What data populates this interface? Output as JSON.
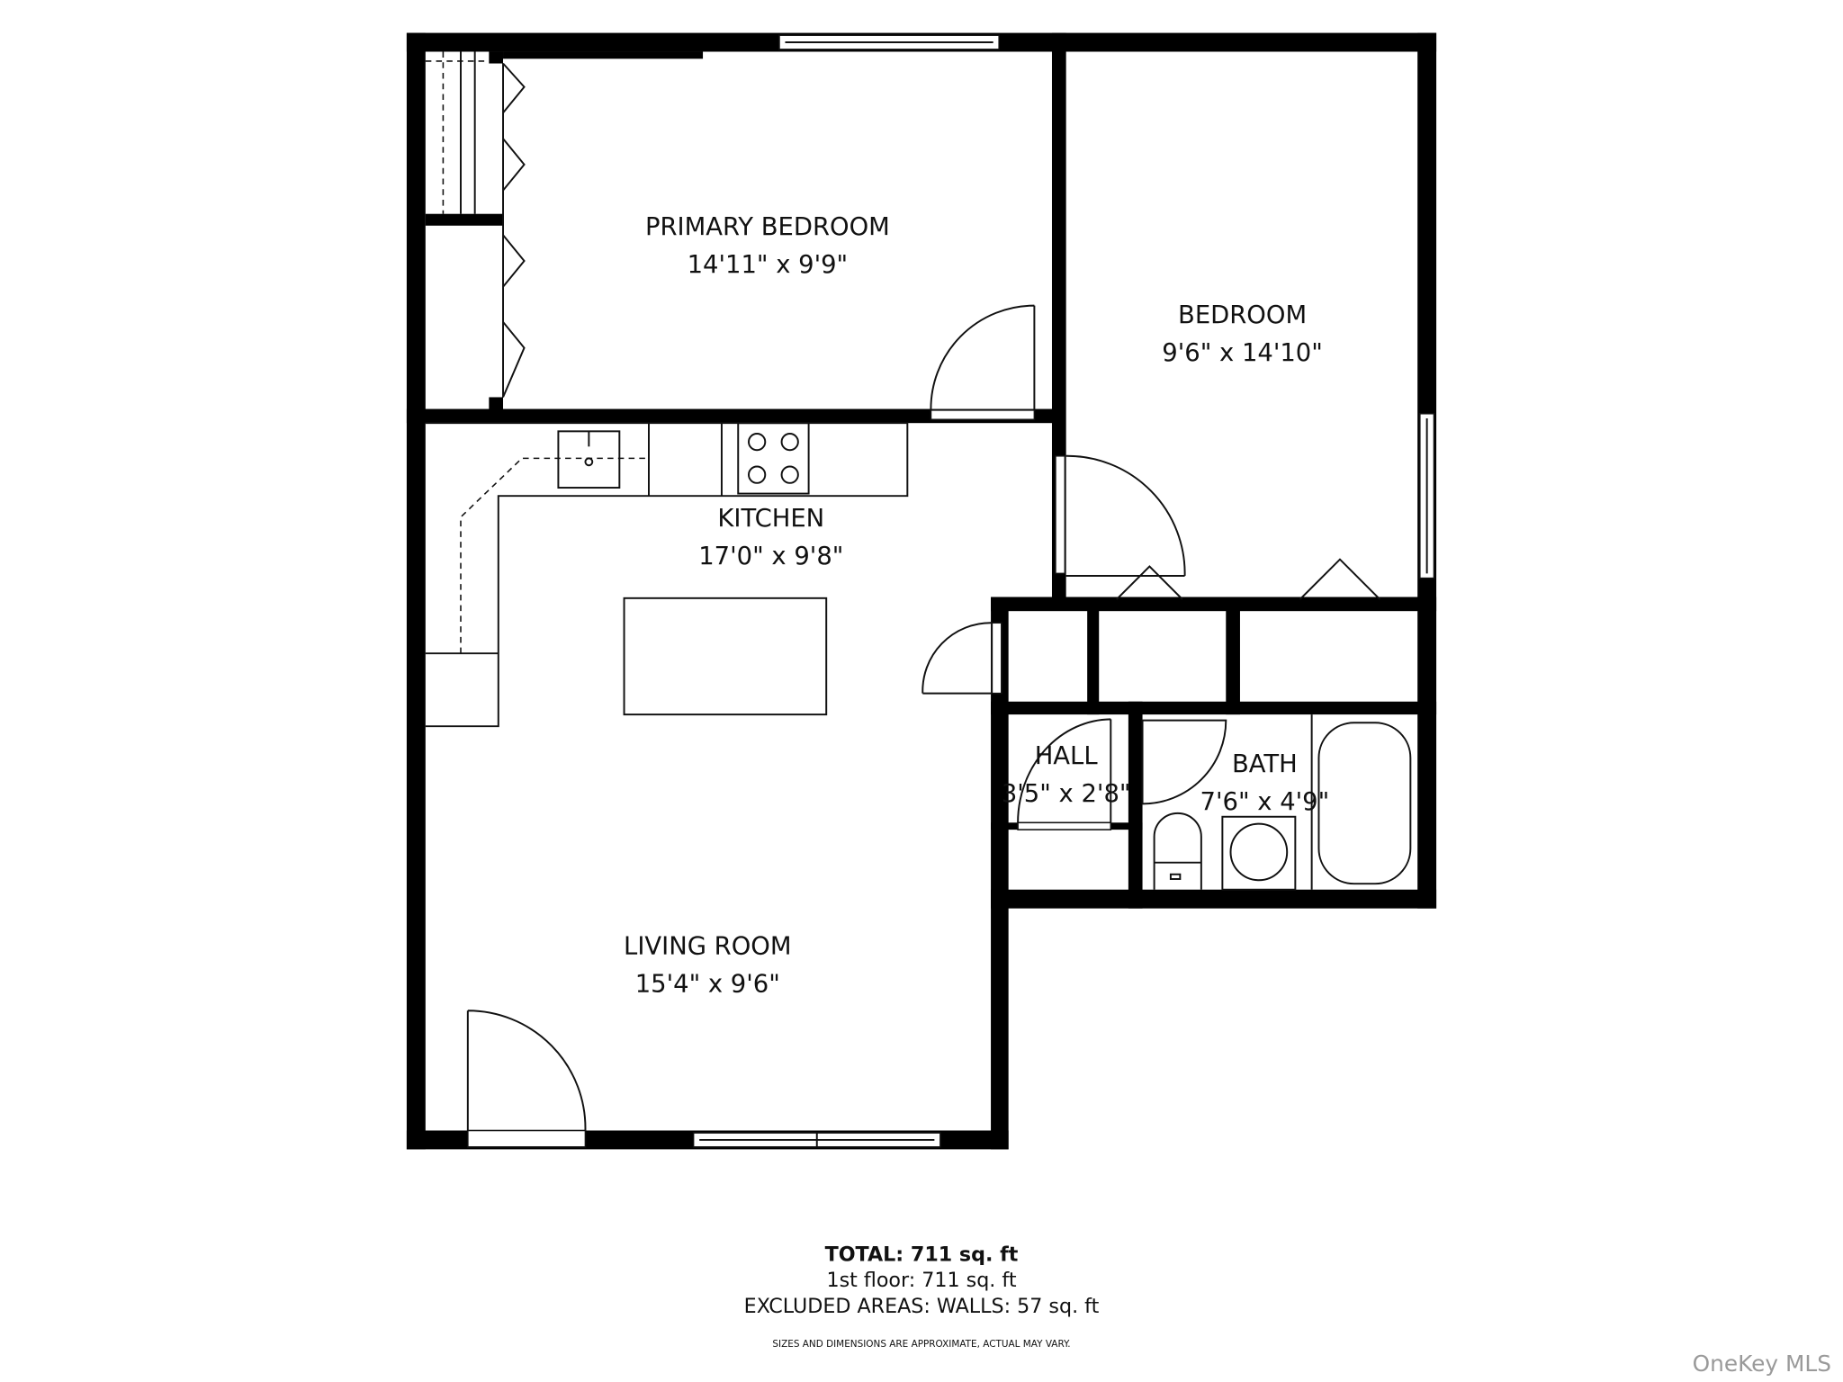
{
  "rooms": [
    {
      "name": "PRIMARY BEDROOM",
      "size": "14'11\" x 9'9\""
    },
    {
      "name": "BEDROOM",
      "size": "9'6\" x 14'10\""
    },
    {
      "name": "KITCHEN",
      "size": "17'0\" x 9'8\""
    },
    {
      "name": "HALL",
      "size": "3'5\" x 2'8\""
    },
    {
      "name": "BATH",
      "size": "7'6\" x 4'9\""
    },
    {
      "name": "LIVING ROOM",
      "size": "15'4\" x 9'6\""
    }
  ],
  "summary": {
    "total": "TOTAL: 711 sq. ft",
    "floor": "1st floor: 711 sq. ft",
    "excluded": "EXCLUDED AREAS: WALLS: 57 sq. ft",
    "disclaimer": "SIZES AND DIMENSIONS ARE APPROXIMATE, ACTUAL MAY VARY."
  },
  "watermark": "OneKey MLS"
}
